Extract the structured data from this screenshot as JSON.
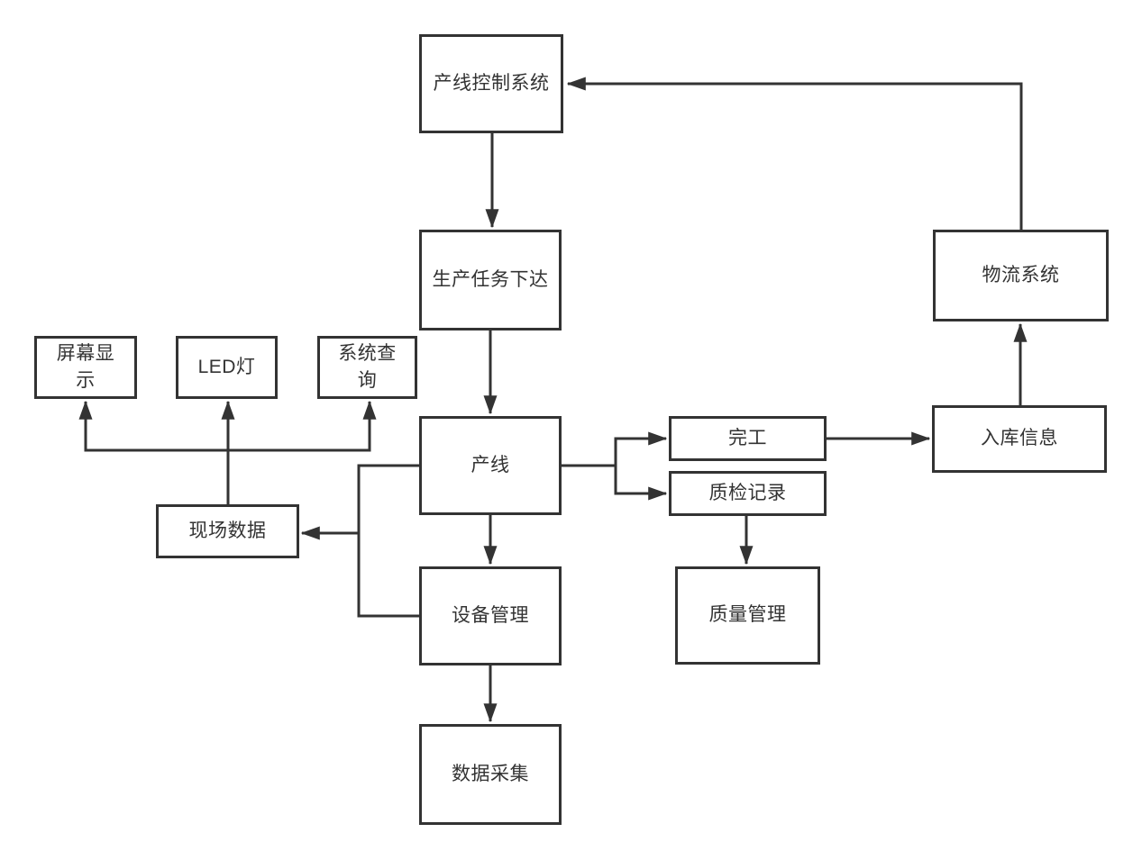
{
  "diagram": {
    "nodes": [
      {
        "id": "production-control-system",
        "label": "产线控制系统"
      },
      {
        "id": "production-task-issue",
        "label": "生产任务下达"
      },
      {
        "id": "screen-display",
        "label": "屏幕显示"
      },
      {
        "id": "led-light",
        "label": "LED灯"
      },
      {
        "id": "system-query",
        "label": "系统查询"
      },
      {
        "id": "production-line",
        "label": "产线"
      },
      {
        "id": "field-data",
        "label": "现场数据"
      },
      {
        "id": "equipment-management",
        "label": "设备管理"
      },
      {
        "id": "data-collection",
        "label": "数据采集"
      },
      {
        "id": "completion",
        "label": "完工"
      },
      {
        "id": "quality-inspection-record",
        "label": "质检记录"
      },
      {
        "id": "quality-management",
        "label": "质量管理"
      },
      {
        "id": "inbound-info",
        "label": "入库信息"
      },
      {
        "id": "logistics-system",
        "label": "物流系统"
      }
    ],
    "edges": [
      {
        "from": "production-control-system",
        "to": "production-task-issue"
      },
      {
        "from": "production-task-issue",
        "to": "production-line"
      },
      {
        "from": "production-line",
        "to": "equipment-management"
      },
      {
        "from": "equipment-management",
        "to": "data-collection"
      },
      {
        "from": "production-line",
        "to": "completion"
      },
      {
        "from": "production-line",
        "to": "quality-inspection-record"
      },
      {
        "from": "completion",
        "to": "inbound-info"
      },
      {
        "from": "quality-inspection-record",
        "to": "quality-management"
      },
      {
        "from": "inbound-info",
        "to": "logistics-system"
      },
      {
        "from": "logistics-system",
        "to": "production-control-system"
      },
      {
        "from": "production-line",
        "to": "field-data"
      },
      {
        "from": "equipment-management",
        "to": "field-data"
      },
      {
        "from": "field-data",
        "to": "screen-display"
      },
      {
        "from": "field-data",
        "to": "led-light"
      },
      {
        "from": "field-data",
        "to": "system-query"
      }
    ],
    "colors": {
      "line": "#333333",
      "box_border": "#333333",
      "box_fill": "#ffffff",
      "text": "#333333",
      "background": "#ffffff"
    }
  }
}
